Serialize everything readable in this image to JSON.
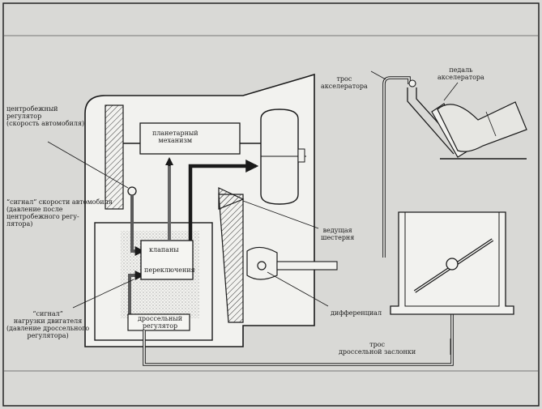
{
  "labels": {
    "planetary": [
      "планетарный",
      "механизм"
    ],
    "centrifugal": [
      "центробежный",
      "регулятор",
      "(скорость автомобиля)"
    ],
    "speed_signal": [
      "“сигнал” скорости автомобиля",
      "(давление после",
      "центробежного регу-",
      "лятора)"
    ],
    "valves": "клапаны",
    "shifting": "переключения",
    "throttle_reg": [
      "дроссельный",
      "регулятор"
    ],
    "load_signal": [
      "“сигнал”",
      "нагрузки двигателя",
      "(давление дроссельного",
      "регулятора)"
    ],
    "drive_gear": [
      "ведущая",
      "шестерня"
    ],
    "differential": "дифференциал",
    "accel_cable": [
      "трос",
      "акселератора"
    ],
    "accel_pedal": [
      "педаль",
      "акселератора"
    ],
    "throttle_cable": [
      "трос",
      "дроссельной заслонки"
    ]
  },
  "colors": {
    "paper": "#d9d9d6",
    "ink": "#1a1a1a",
    "panel": "#f2f2ef"
  }
}
